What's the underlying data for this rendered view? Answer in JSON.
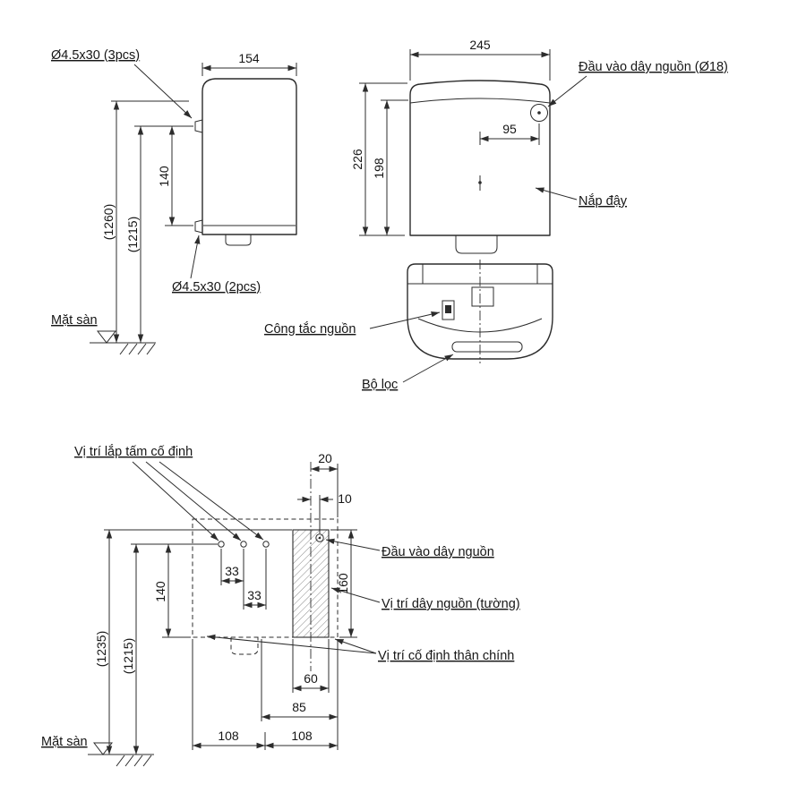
{
  "colors": {
    "ink": "#2c2c2c",
    "background": "#ffffff"
  },
  "drawing": {
    "side": {
      "label_screws3": "Ø4.5x30 (3pcs)",
      "label_screws2": "Ø4.5x30 (2pcs)",
      "floor": "Mặt sàn",
      "dim_width": "154",
      "dim_spacing": "140",
      "dim_h_total": "(1260)",
      "dim_h_screw": "(1215)"
    },
    "front": {
      "label_inlet": "Đầu vào dây nguồn (Ø18)",
      "label_cover": "Nắp đậy",
      "dim_width": "245",
      "dim_inlet": "95",
      "dim_h": "226",
      "dim_h2": "198"
    },
    "bottom": {
      "label_switch": "Công tắc nguồn",
      "label_filter": "Bộ lọc"
    },
    "install": {
      "label_plate": "Vị trí lắp tấm cố định",
      "label_inlet": "Đầu vào dây nguồn",
      "label_cord": "Vị trí dây nguồn (tường)",
      "label_body": "Vị trí cố định thân chính",
      "floor": "Mặt sàn",
      "dim_20": "20",
      "dim_10": "10",
      "dim_33a": "33",
      "dim_33b": "33",
      "dim_140": "140",
      "dim_160": "160",
      "dim_1235": "(1235)",
      "dim_1215": "(1215)",
      "dim_60": "60",
      "dim_85": "85",
      "dim_108a": "108",
      "dim_108b": "108"
    }
  }
}
